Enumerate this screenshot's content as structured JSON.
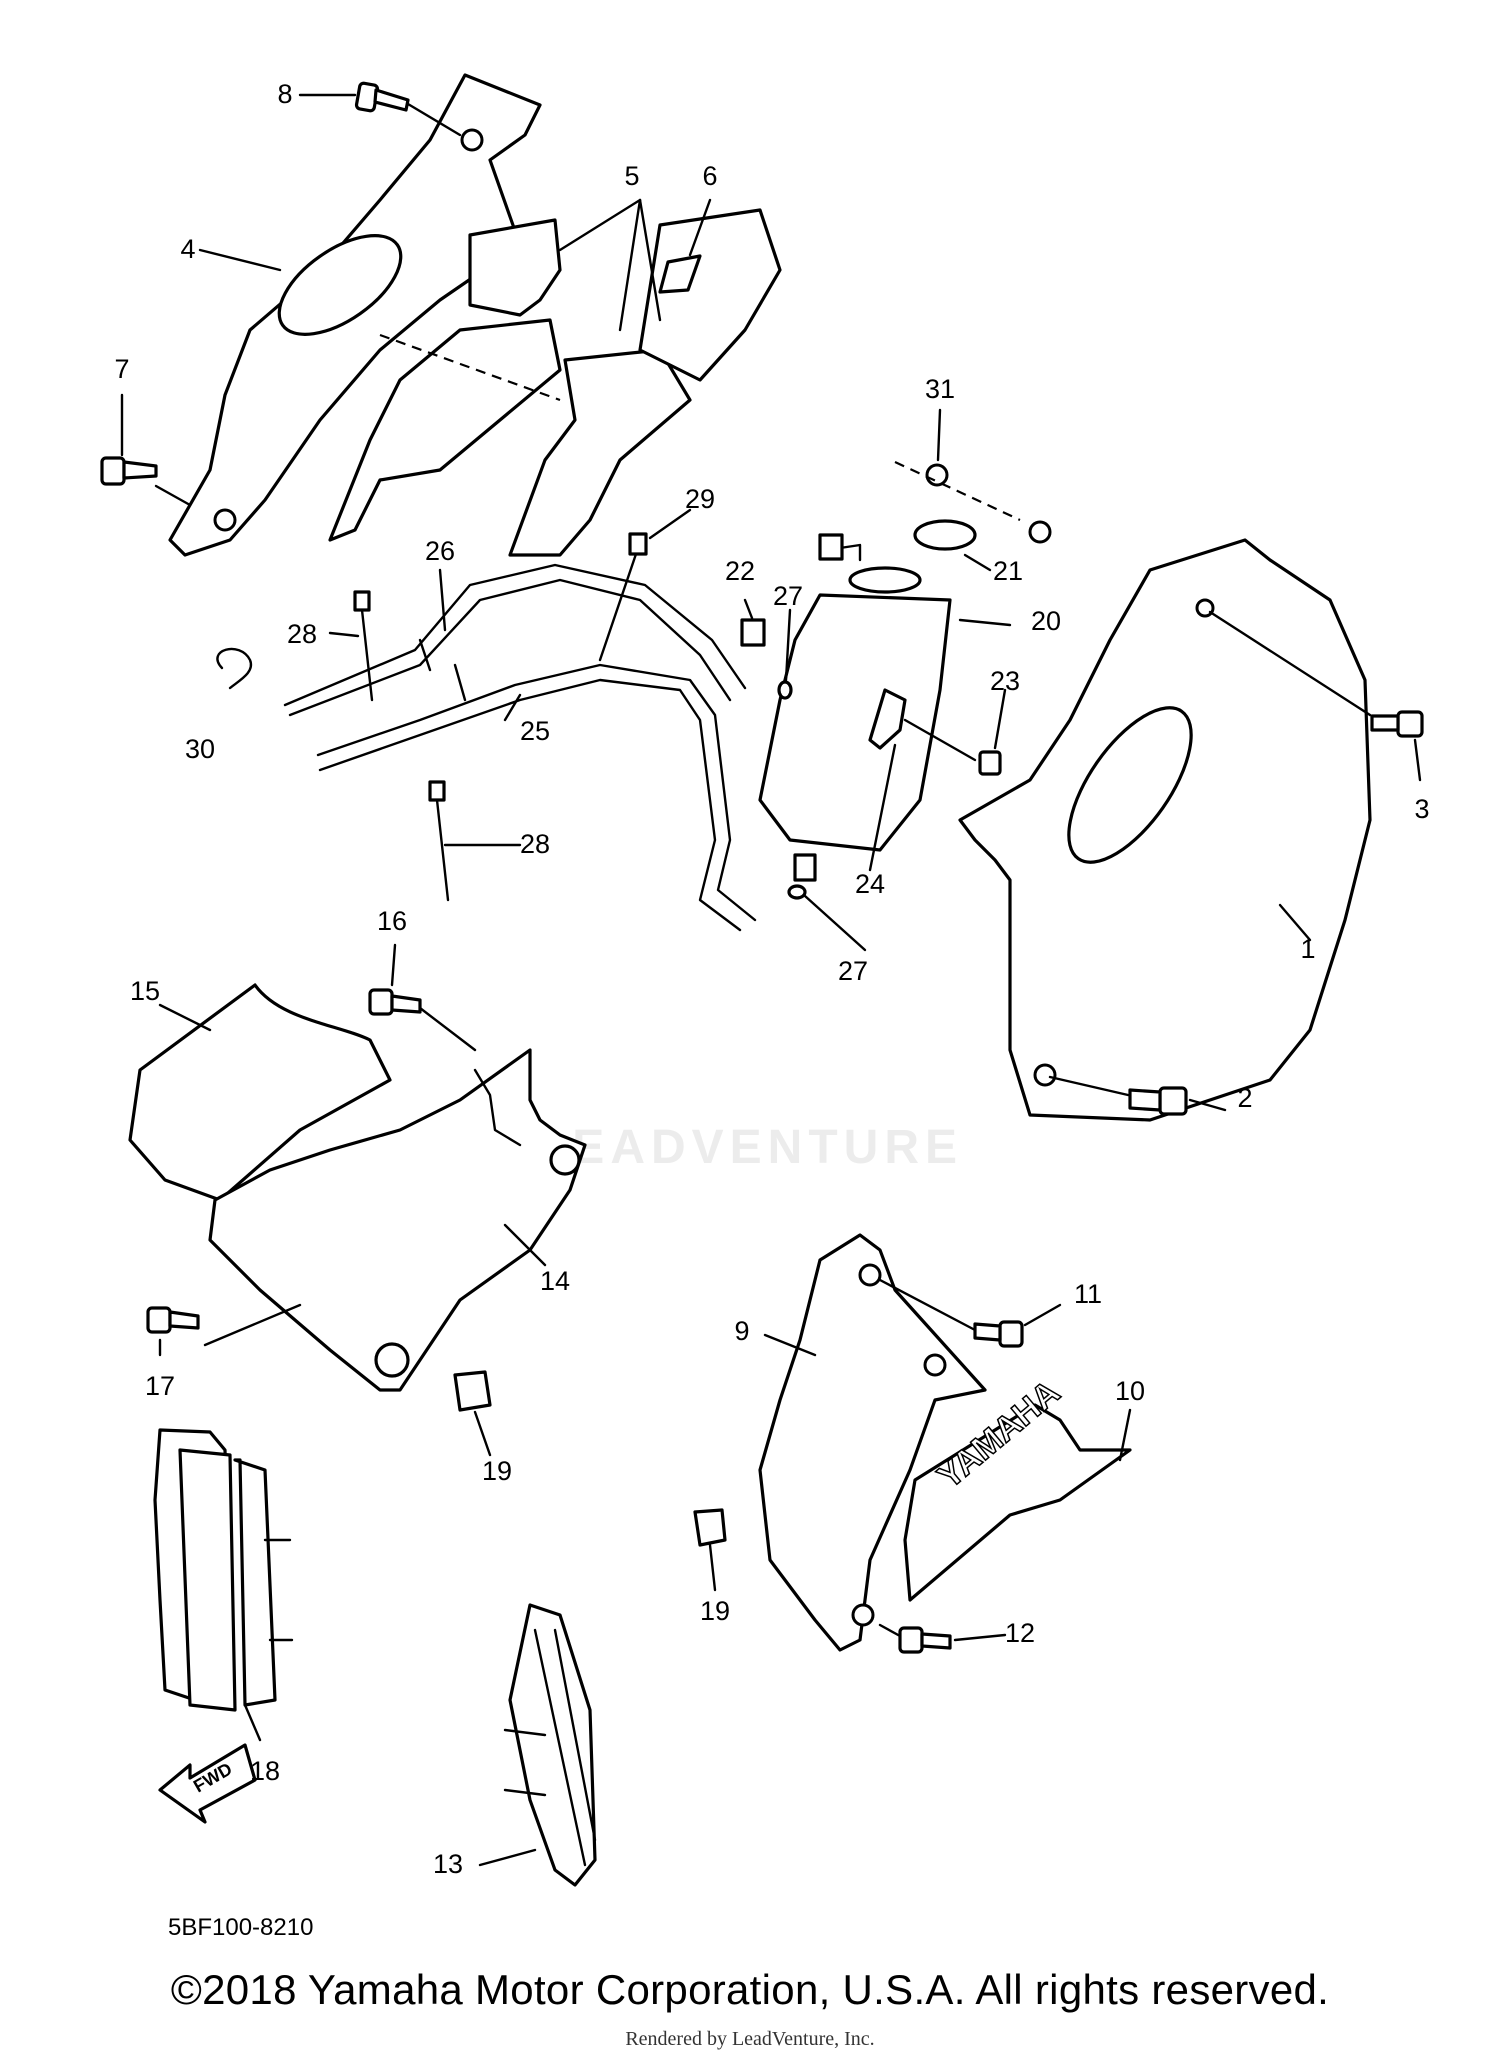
{
  "diagram": {
    "code": "5BF100-8210",
    "fwd_label": "FWD",
    "brand_lettering": "YAMAHA",
    "callouts": [
      "8",
      "5",
      "6",
      "4",
      "7",
      "31",
      "29",
      "26",
      "21",
      "22",
      "27",
      "20",
      "28",
      "23",
      "3",
      "30",
      "25",
      "28",
      "24",
      "27",
      "1",
      "16",
      "15",
      "2",
      "14",
      "11",
      "9",
      "10",
      "17",
      "19",
      "19",
      "12",
      "18",
      "13"
    ]
  },
  "watermark": {
    "text": "LEADVENTURE"
  },
  "footer": {
    "copyright": "©2018 Yamaha Motor Corporation, U.S.A. All rights reserved.",
    "rendered_by": "Rendered by LeadVenture, Inc."
  }
}
